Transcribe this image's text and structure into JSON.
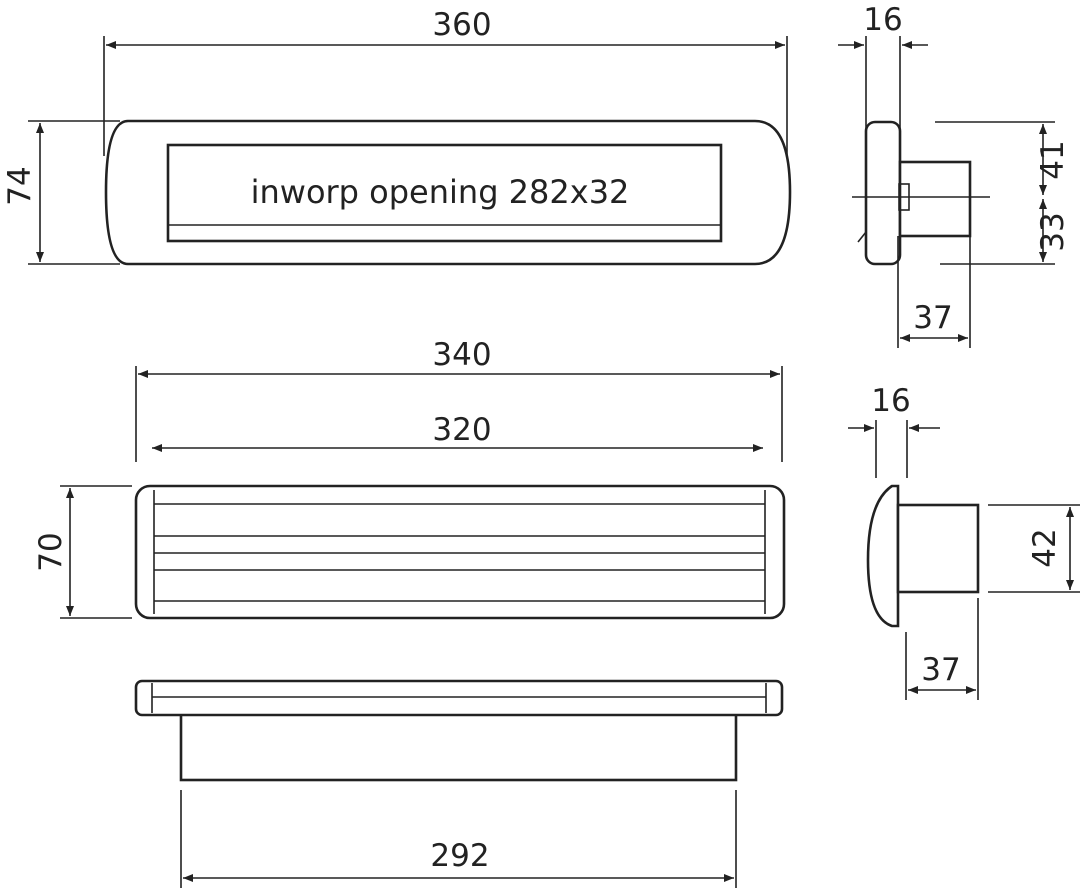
{
  "drawing": {
    "label": "inworp opening 282x32",
    "dims": {
      "front_width": "360",
      "front_height": "74",
      "side_top_thickness": "16",
      "side_top_upper": "41",
      "side_top_lower": "33",
      "side_top_depth": "37",
      "back_outer_width": "340",
      "back_inner_width": "320",
      "back_height": "70",
      "side_bottom_thickness": "16",
      "side_bottom_height": "42",
      "side_bottom_depth": "37",
      "bottom_width": "292"
    }
  }
}
